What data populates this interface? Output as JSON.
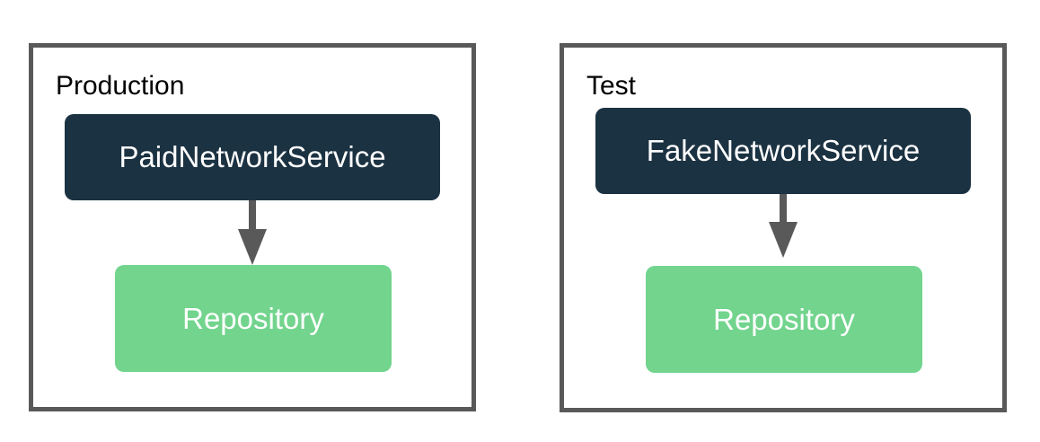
{
  "diagram": {
    "type": "architecture-diagram",
    "description": "Dependency substitution: production uses PaidNetworkService, test uses FakeNetworkService; both feed a Repository",
    "panels": [
      {
        "id": "production",
        "label": "Production",
        "service": "PaidNetworkService",
        "repository": "Repository"
      },
      {
        "id": "test",
        "label": "Test",
        "service": "FakeNetworkService",
        "repository": "Repository"
      }
    ],
    "connectors": [
      {
        "from": "PaidNetworkService",
        "to": "Repository",
        "icon": "arrow-down-icon"
      },
      {
        "from": "FakeNetworkService",
        "to": "Repository",
        "icon": "arrow-down-icon"
      }
    ],
    "colors": {
      "background": "#ffffff",
      "panel_border": "#595959",
      "service_box": "#1b3242",
      "repository_box": "#72d48d",
      "arrow": "#595959",
      "label_text": "#000000",
      "node_text": "#ffffff"
    }
  }
}
